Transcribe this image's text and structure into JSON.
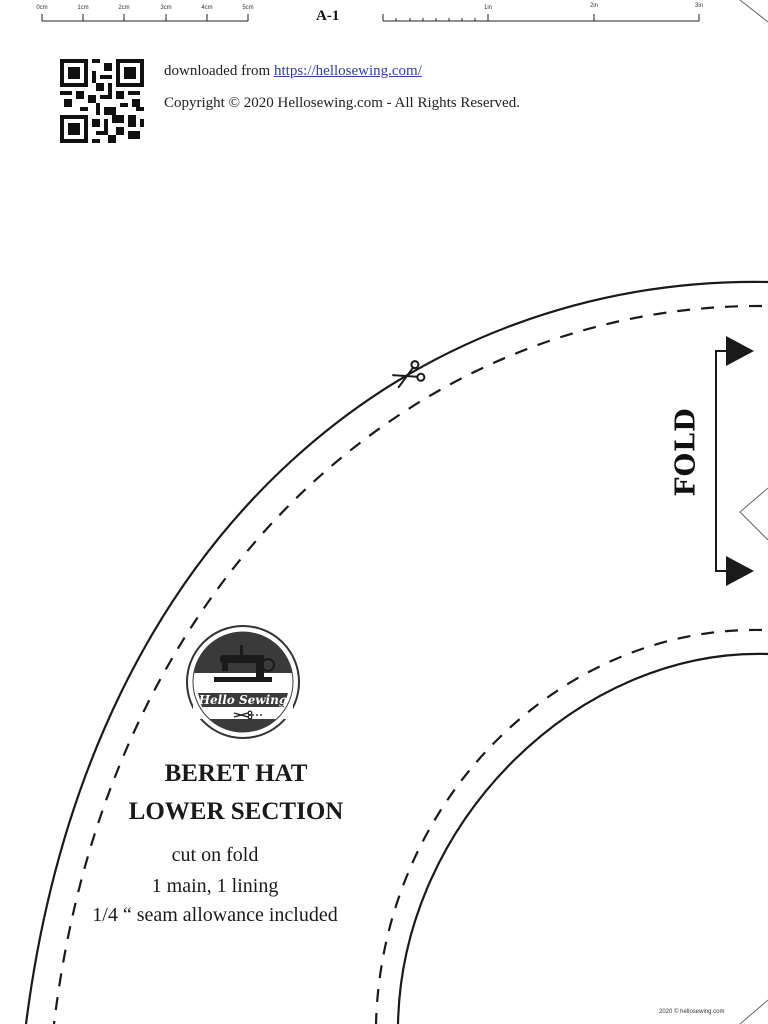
{
  "ruler": {
    "cm_labels": [
      "0cm",
      "1cm",
      "2cm",
      "3cm",
      "4cm",
      "5cm"
    ],
    "in_labels": [
      "1in",
      "2in",
      "3in"
    ]
  },
  "page_id": "A-1",
  "header": {
    "download_prefix": "downloaded from",
    "download_url": "https://hellosewing.com/",
    "copyright": "Copyright © 2020 Hellosewing.com - All Rights Reserved."
  },
  "fold_label": "FOLD",
  "logo": {
    "text": "Hello Sewing",
    "icon": "sewing-machine-icon"
  },
  "pattern": {
    "title_line1": "BERET HAT",
    "title_line2": "LOWER SECTION",
    "instructions": [
      "cut  on fold",
      "1 main, 1 lining",
      "1/4 “ seam allowance included"
    ]
  },
  "footer": "2020 © hellosewing.com",
  "colors": {
    "ink": "#1a1a1a",
    "link": "#3340a8",
    "paper": "#ffffff"
  }
}
